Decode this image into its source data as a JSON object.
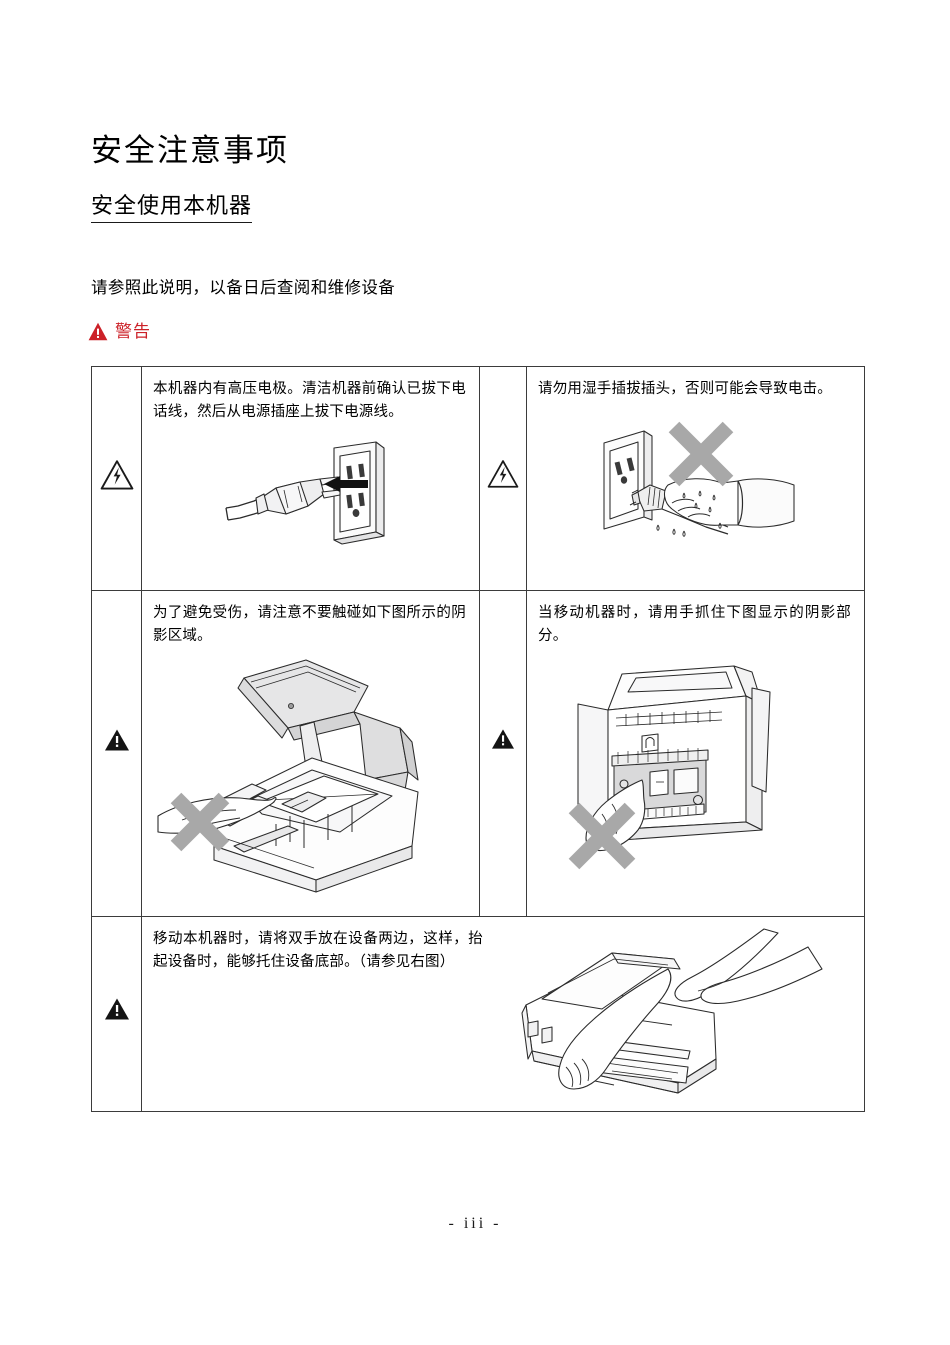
{
  "document": {
    "title": "安全注意事项",
    "subtitle": "安全使用本机器",
    "intro": "请参照此说明，以备日后查阅和维修设备",
    "page_number": "- iii -"
  },
  "warning_banner": {
    "label": "警告",
    "icon": "warning-triangle-icon",
    "color": "#cc2128"
  },
  "table": {
    "rows": [
      {
        "left": {
          "icon": "electric-shock-triangle-icon",
          "text": "本机器内有高压电极。清洁机器前确认已拔下电话线，然后从电源插座上拔下电源线。",
          "figure": "power-plug-unplug-from-outlet-illustration"
        },
        "right": {
          "icon": "electric-shock-triangle-icon",
          "text": "请勿用湿手插拔插头，否则可能会导致电击。",
          "figure": "wet-hand-plugging-outlet-prohibited-illustration"
        }
      },
      {
        "left": {
          "icon": "caution-triangle-icon",
          "text": "为了避免受伤，请注意不要触碰如下图所示的阴影区域。",
          "figure": "printer-scanner-open-do-not-touch-illustration"
        },
        "right": {
          "icon": "caution-triangle-icon",
          "text": "当移动机器时，请用手抓住下图显示的阴影部分。",
          "figure": "printer-rear-shaded-area-illustration"
        }
      },
      {
        "left": {
          "icon": "caution-triangle-icon",
          "text": "移动本机器时，请将双手放在设备两边，这样，抬起设备时，能够托住设备底部。（请参见右图）",
          "figure": "two-hands-lifting-printer-illustration"
        }
      }
    ]
  }
}
